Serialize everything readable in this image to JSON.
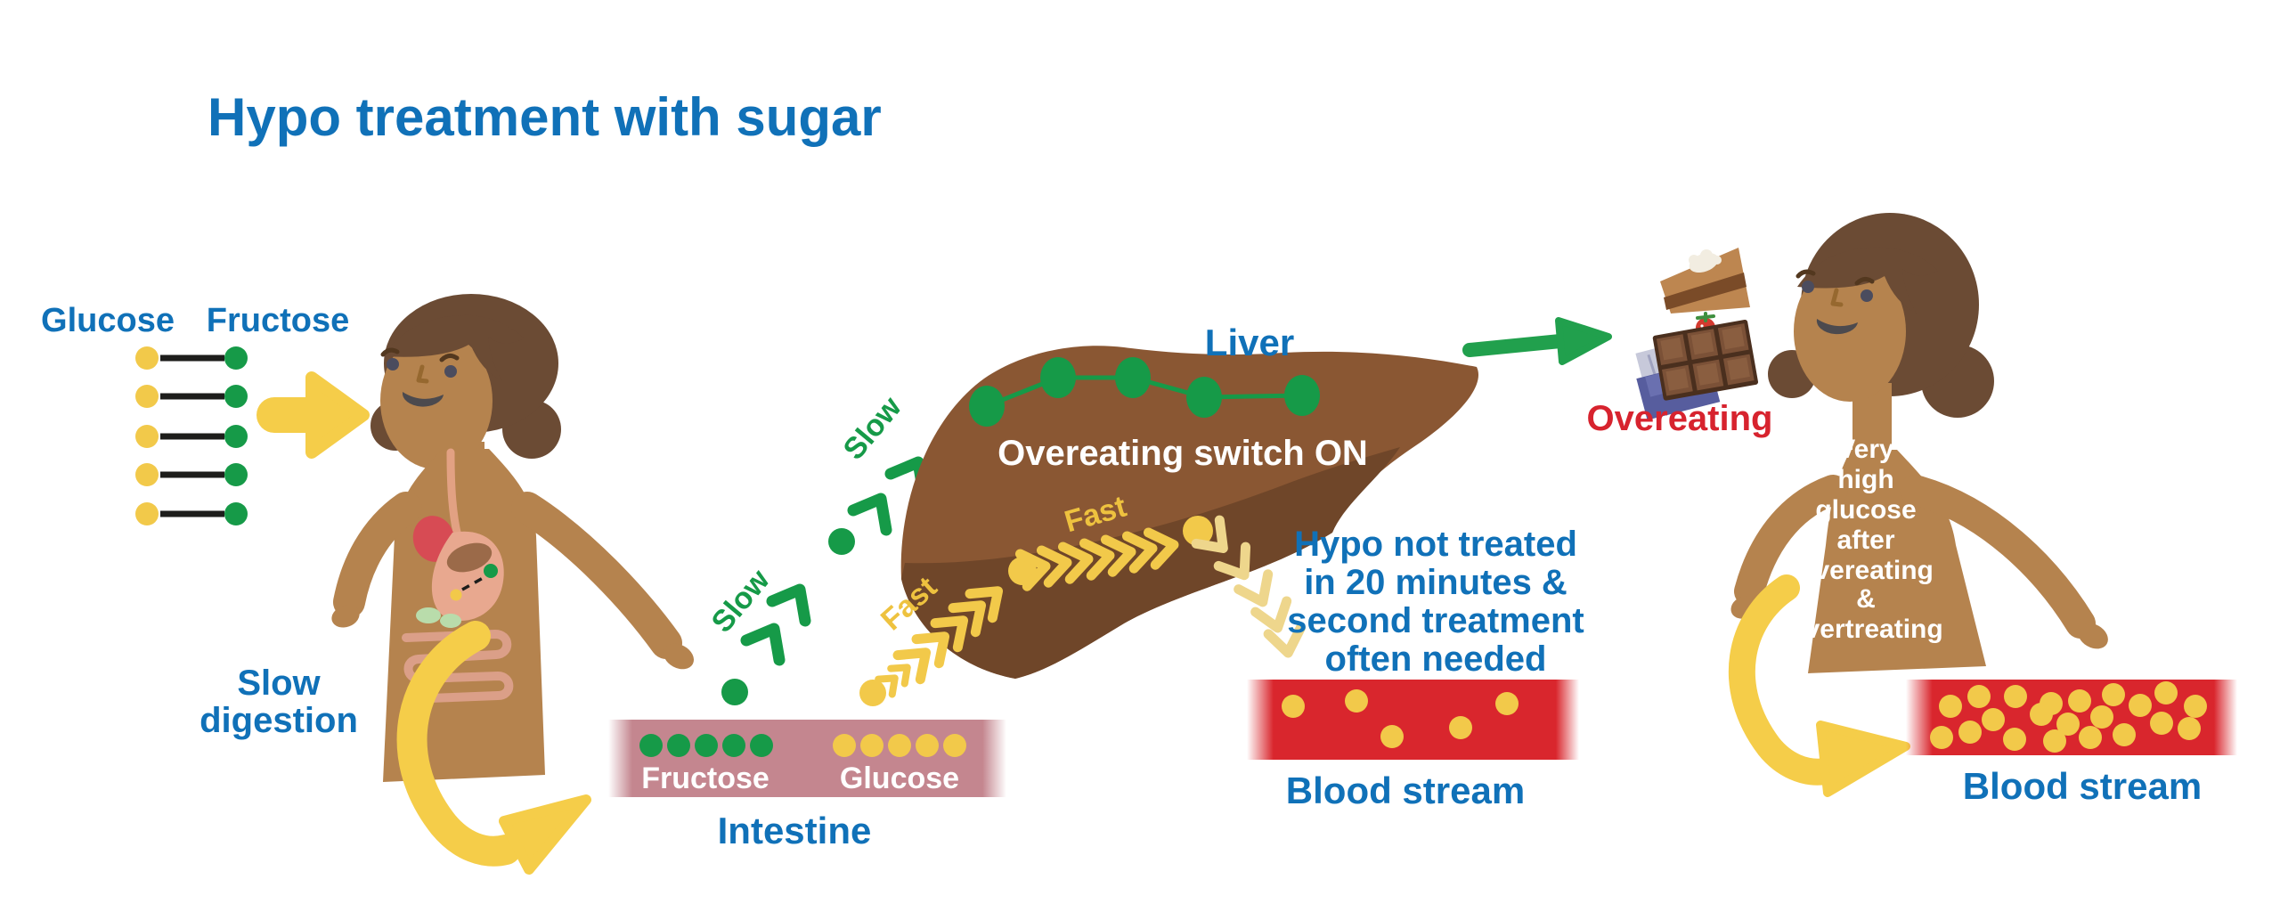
{
  "title": "Hypo treatment with sugar",
  "palette": {
    "blue": "#1071b8",
    "green": "#169a48",
    "yellow": "#f2c94a",
    "light_yellow": "#eed68c",
    "red_bar": "#d9262d",
    "red_text": "#d7232e",
    "mauve_bar": "#c4868f",
    "liver_brown": "#8a5733",
    "liver_dark": "#6f4629",
    "skin": "#b5834e",
    "hair": "#6b4b34"
  },
  "sugar_pairs": {
    "glucose_label": "Glucose",
    "fructose_label": "Fructose",
    "pair_count": 5
  },
  "person_left": {
    "caption": [
      "Slow",
      "digestion"
    ]
  },
  "routes": {
    "slow_label": "Slow",
    "fast_label": "Fast"
  },
  "intestine": {
    "name": "Intestine",
    "fructose_label": "Fructose",
    "glucose_label": "Glucose",
    "fructose_dot_count": 5,
    "glucose_dot_count": 5
  },
  "liver": {
    "name": "Liver",
    "switch_text": "Overeating switch ON",
    "fructose_dot_count": 5
  },
  "hypo_note": {
    "lines": [
      "Hypo not treated",
      "in 20 minutes &",
      "second treatment",
      "often needed"
    ]
  },
  "bloodstream_first": {
    "label": "Blood stream",
    "glucose_dot_count": 5
  },
  "overeating": {
    "label": "Overeating",
    "food_icons": [
      "cake-slice",
      "strawberry",
      "chocolate-bar"
    ]
  },
  "person_right": {
    "body_text": [
      "Very",
      "high",
      "glucose",
      "after",
      "overeating",
      "&",
      "overtreating"
    ]
  },
  "bloodstream_second": {
    "label": "Blood stream",
    "glucose_dot_count": 21
  }
}
